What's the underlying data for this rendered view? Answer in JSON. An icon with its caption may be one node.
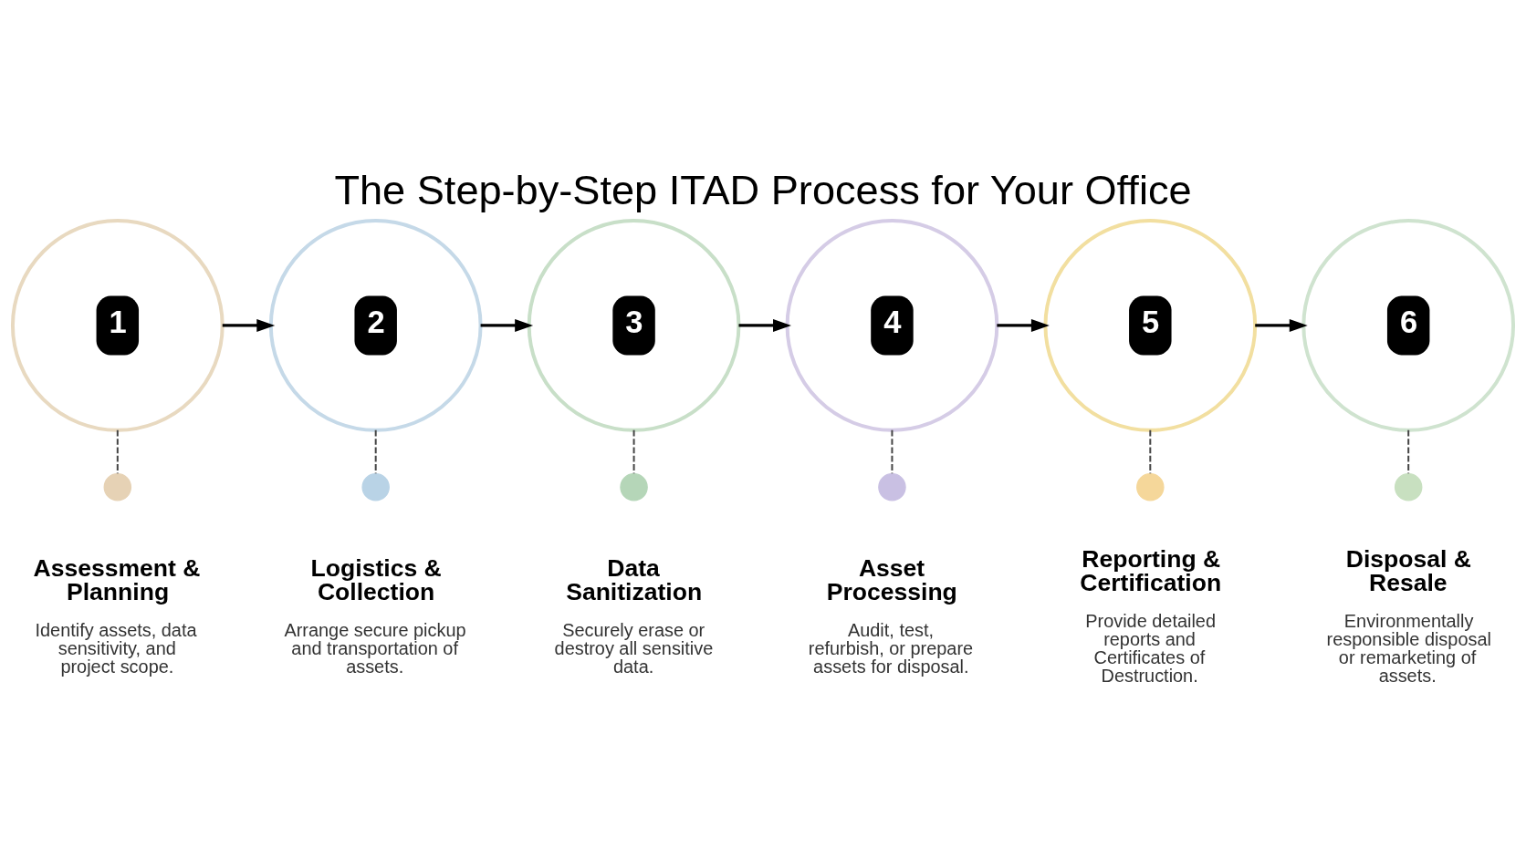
{
  "diagram": {
    "title": "The Step-by-Step ITAD Process for Your Office",
    "nodes": [
      {
        "text": [
          "1"
        ]
      },
      {
        "text": [],
        "shape": "circle",
        "beside": [
          "Assessment & Planning",
          "Identify assets, data sensitivity, and project scope."
        ]
      },
      {
        "text": [
          "2"
        ]
      },
      {
        "text": [],
        "shape": "circle",
        "beside": [
          "Logistics & Collection",
          "Arrange secure pickup and transportation of assets."
        ]
      },
      {
        "text": [
          "3"
        ]
      },
      {
        "text": [],
        "shape": "circle",
        "beside": [
          "Data Sanitization",
          "Securely erase or destroy all sensitive data."
        ]
      },
      {
        "text": [
          "4"
        ]
      },
      {
        "text": [],
        "shape": "circle",
        "beside": [
          "Asset Processing",
          "Audit, test, refurbish, or prepare assets for disposal."
        ]
      },
      {
        "text": [
          "5"
        ]
      },
      {
        "text": [],
        "shape": "circle",
        "beside": [
          "Reporting & Certification",
          "Provide detailed reports and Certificates of Destruction."
        ]
      },
      {
        "text": [
          "6"
        ]
      },
      {
        "text": [],
        "shape": "circle",
        "beside": [
          "Disposal & Resale",
          "Environmentally responsible disposal or remarketing of assets."
        ]
      }
    ],
    "edges": [
      {
        "from": 0,
        "to": 2,
        "arrow": "to"
      },
      {
        "from": 2,
        "to": 4,
        "arrow": "to"
      },
      {
        "from": 4,
        "to": 6,
        "arrow": "to"
      },
      {
        "from": 6,
        "to": 8,
        "arrow": "to"
      },
      {
        "from": 8,
        "to": 10,
        "arrow": "to"
      },
      {
        "from": 0,
        "to": 1,
        "arrow": "none",
        "style": "dashed"
      },
      {
        "from": 2,
        "to": 3,
        "arrow": "none",
        "style": "dashed"
      },
      {
        "from": 4,
        "to": 5,
        "arrow": "none",
        "style": "dashed"
      },
      {
        "from": 6,
        "to": 7,
        "arrow": "none",
        "style": "dashed"
      },
      {
        "from": 8,
        "to": 9,
        "arrow": "none",
        "style": "dashed"
      },
      {
        "from": 10,
        "to": 11,
        "arrow": "none",
        "style": "dashed"
      }
    ]
  }
}
